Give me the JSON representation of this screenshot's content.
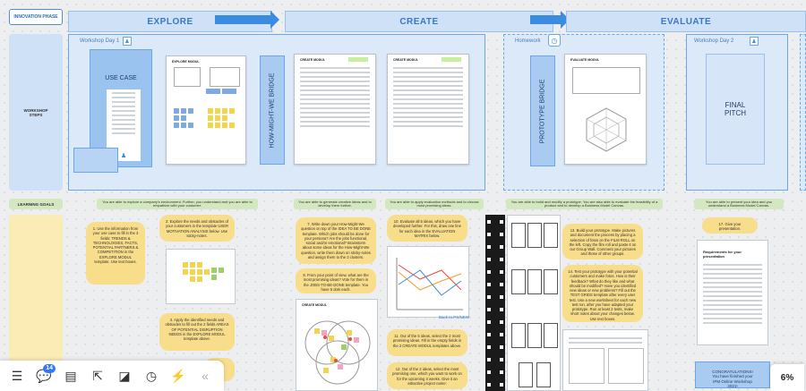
{
  "board": {
    "phase_pill": "INNOVATION PHASE",
    "phases": [
      {
        "label": "EXPLORE"
      },
      {
        "label": "CREATE"
      },
      {
        "label": "EVALUATE"
      }
    ],
    "rows": {
      "workshop_steps": "WORKSHOP STEPS",
      "learning_goals": "LEARNING GOALS"
    },
    "frames": {
      "workshop_day_1": "Workshop Day 1",
      "homework": "Homework",
      "workshop_day_2": "Workshop Day 2"
    },
    "cards": {
      "use_case": "USE CASE",
      "how_might_we_bridge": "HOW-MIGHT-WE BRIDGE",
      "prototype_bridge": "PROTOTYPE BRIDGE",
      "final_pitch": "FINAL PITCH",
      "explore_module": "EXPLORE MODUL",
      "create_module": "CREATE MODUL",
      "evaluate_module": "EVALUATE MODUL",
      "requirements": "Requirements for your presentation"
    },
    "goals": [
      "You are able to explore a company's environment. Further, you understand and you are able to empathize with your customer.",
      "You are able to generate creative ideas and to develop them further.",
      "You are able to apply evaluation methods and to choose most promising ideas.",
      "You are able to build and modify a prototype. You are also able to evaluate the feasibility of a product and to develop a Business Model Canvas.",
      "You are able to present your idea and you understand a Business Model Canvas."
    ],
    "notes": {
      "n1": "1. Use the information from your use case to fill in the 3 fields: TRENDS & TECHNOLOGIES, FACTS, POTENTIAL PARTNERS & COMPETITION in the EXPLORE MODUL template. Use text boxes.",
      "n2": "2. Explore the needs and obstacles of your customers in the template USER MOTIVATION ANALYSIS below. Use sticky-notes.",
      "n3": "3. Apply the identified needs and obstacles to fill out the 2 fields AREAS OF POTENTIAL DISRUPTION NEEDS in the EXPLORE MODUL template above.",
      "n7": "7. Write down your How-Might-We question on top of the IDEA TO BE DONE template. Which jobs should be done for your persona? Are the jobs functional, social and/or emotional? Brainstorm about some ideas for the How-Might-We question, write them down on sticky-notes and assign them to the 3 clusters.",
      "n8": "8. From your point of view, what are the most promising ideas? Vote for them in the JOBS-TO-BE-DONE template. You have 5 dots each.",
      "n10": "10. Evaluate all 5 ideas, which you have developed further. For this, draw one line for each idea in the EVALUATION MATRIX below.",
      "n11": "11. Out of the 5 ideas, select the 2 most promising ideas. Fill in the empty fields in the 2 CREATE MODUL templates above.",
      "n12": "12. Out of the 2 ideas, select the most promising one, which you want to work on for the upcoming 3 weeks. Give it an attractive project name:",
      "n13": "13. Build your prototype. Make pictures and document the process by placing a selection of fotos on the FILM ROLL on the left. Copy the film roll and paste it on our Group Wall. Comment your pictures and those of other groups.",
      "n14": "14. Test your prototype with your potential customers and make fotos. How is their feedback? What do they like and what should be modified? Have you identified new ideas or new problems? Fill out the TEST GRIDS template after every user test. Use a new worksheet for each new test run, after you have adapted your prototype. Run at least 2 tests, make short notes about your changes below. Use text boxes.",
      "n17": "17. Give your presentation.",
      "back_to_ps": "Back to PS/NEW",
      "congrats": "CONGRATULATIONS! You have finished your IPM Online Workshop 2021!"
    }
  },
  "toolbar": {
    "items": [
      {
        "name": "comments-icon",
        "glyph": "☰"
      },
      {
        "name": "chat-icon",
        "glyph": "💬",
        "badge": "14"
      },
      {
        "name": "frames-icon",
        "glyph": "▤"
      },
      {
        "name": "share-screen-icon",
        "glyph": "⇱"
      },
      {
        "name": "sticky-note-icon",
        "glyph": "◪"
      },
      {
        "name": "timer-icon",
        "glyph": "◷"
      },
      {
        "name": "activity-icon",
        "glyph": "⚡"
      },
      {
        "name": "collapse-icon",
        "glyph": "«"
      }
    ]
  },
  "zoom": {
    "level": "6%"
  },
  "colors": {
    "accent": "#3b8be0",
    "frame": "#6aa6e8",
    "note": "#f8dd8a",
    "goal": "#d3e8c0"
  }
}
